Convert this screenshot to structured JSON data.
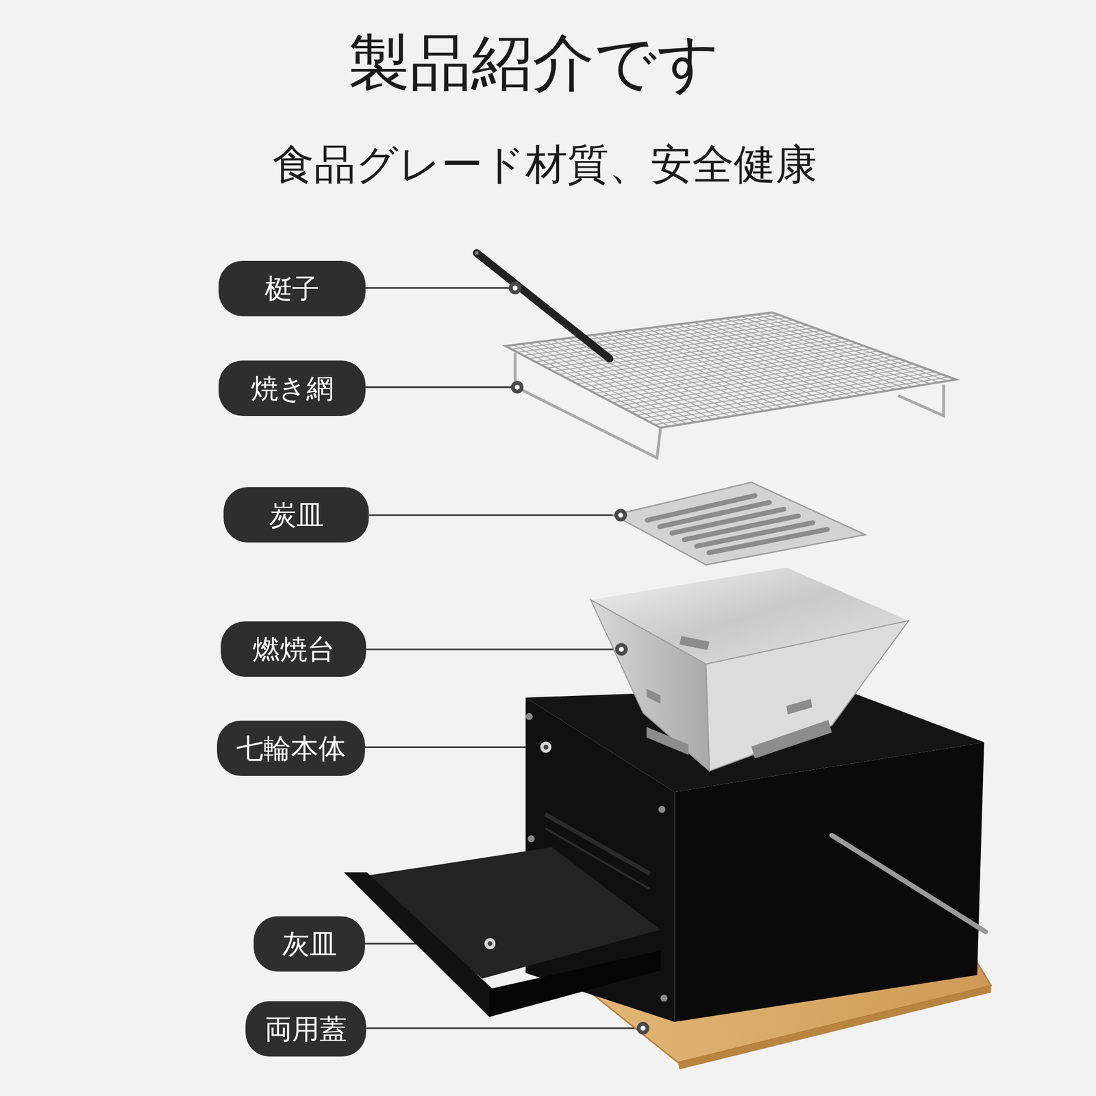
{
  "diagram": {
    "title": "製品紹介です",
    "nodes": [
      {
        "text": [
          "梃子"
        ]
      },
      {
        "text": [
          "焼き網"
        ]
      },
      {
        "text": [
          "炭皿"
        ]
      },
      {
        "text": [
          "燃焼台"
        ]
      },
      {
        "text": [
          "七輪本体"
        ]
      },
      {
        "text": [
          "灰皿"
        ]
      },
      {
        "text": [
          "両用蓋"
        ]
      }
    ],
    "labels": [
      "食品グレード材質、安全健康"
    ]
  }
}
